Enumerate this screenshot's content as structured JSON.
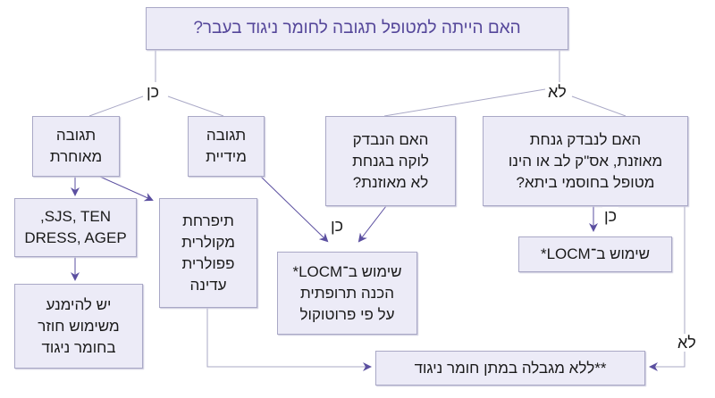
{
  "question_main": "האם הייתה למטופל תגובה לחומר ניגוד בעבר?",
  "labels": {
    "yes": "כן",
    "no": "לא"
  },
  "delayed_reaction": "תגובה\nמאוחרת",
  "immediate_reaction": "תגובה\nמידיית",
  "question_asthma": "האם הנבדק\nלוקה בגנחת\nלא מאוזנת?",
  "question_unbalanced": "האם לנבדק גנחת\nמאוזנת, אס\"ק לב או הינו\nמטופל בחוסמי ביתא?",
  "severe_reactions": "SJS, TEN,\nDRESS, AGEP",
  "rash": "תיפרחת\nמקולרית\nפפולרית\nעדינה",
  "locm_premed": "שימוש ב־LOCM*\nהכנה תרופתית\nעל פי פרוטוקול",
  "locm_only": "שימוש ב־LOCM*",
  "avoid_reuse": "יש להימנע\nמשימוש חוזר\nבחומר ניגוד",
  "no_restriction": "**ללא מגבלה במתן חומר ניגוד",
  "colors": {
    "box_fill": "#ecebf7",
    "box_border": "#a9a8c6",
    "arrow": "#5b4fa0",
    "title_text": "#55479a"
  }
}
